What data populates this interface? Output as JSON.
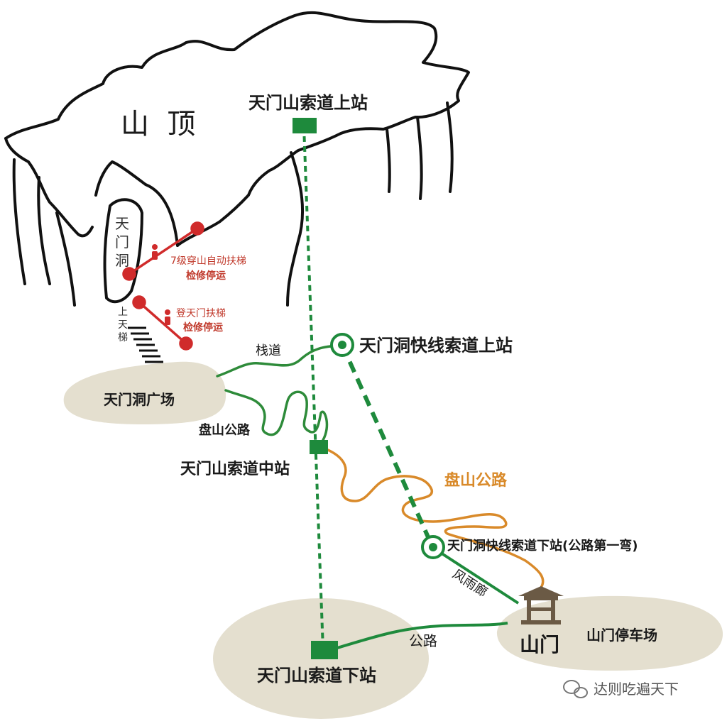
{
  "colors": {
    "outline": "#111111",
    "cable_green": "#1e8a3c",
    "trail_green": "#2e8b3a",
    "red": "#d02b2b",
    "orange": "#d98a2a",
    "plaza": "#e4dfcf",
    "dark_text": "#1a1a1a",
    "red_text": "#c0392b",
    "hut": "#6b5a45",
    "watermark": "#555555"
  },
  "labels": {
    "summit": "山  顶",
    "upper_station": "天门山索道上站",
    "cave": "天\n门\n洞",
    "escalator7": "7级穿山自动扶梯",
    "escalator7_status": "检修停运",
    "escalator_up": "登天门扶梯",
    "escalator_up_status": "检修停运",
    "stairs": "上\n天\n梯",
    "plank_road": "栈道",
    "express_upper": "天门洞快线索道上站",
    "cave_plaza": "天门洞广场",
    "winding_road_left": "盘山公路",
    "middle_station": "天门山索道中站",
    "winding_road_right": "盘山公路",
    "express_lower": "天门洞快线索道下站(公路第一弯)",
    "corridor": "风雨廊",
    "gate": "山门",
    "gate_parking": "山门停车场",
    "road": "公路",
    "lower_station": "天门山索道下站",
    "watermark": "达则吃遍天下"
  }
}
